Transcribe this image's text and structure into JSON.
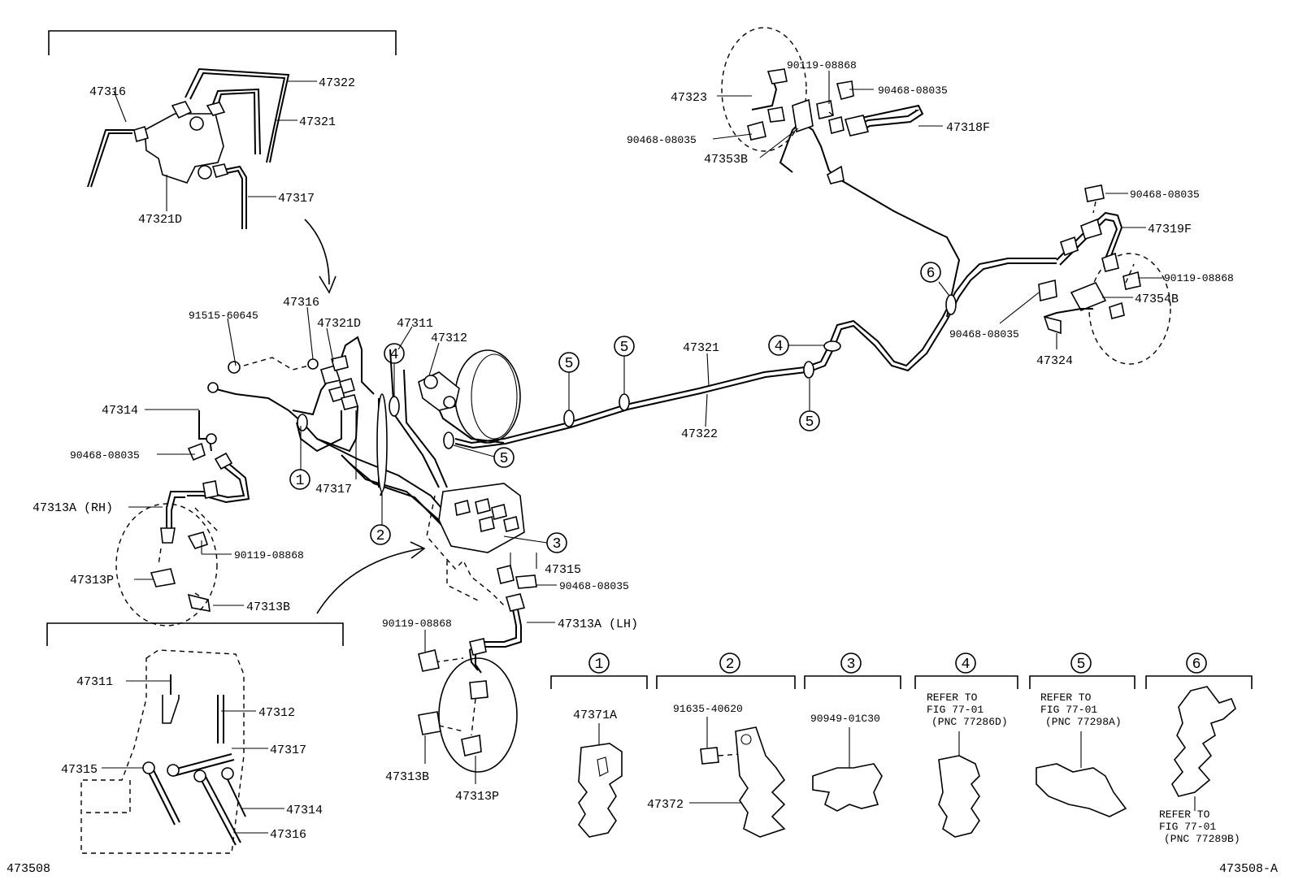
{
  "diagram": {
    "ref_bottom_left": "473508",
    "ref_bottom_right": "473508-A",
    "inset_top": {
      "labels": [
        "47316",
        "47322",
        "47321",
        "47321D",
        "47317"
      ]
    },
    "inset_bottom": {
      "labels": [
        "47311",
        "47312",
        "47317",
        "47315",
        "47314",
        "47316"
      ]
    },
    "main_labels": {
      "p91515": "91515-60645",
      "p47316": "47316",
      "p47321D": "47321D",
      "p47311": "47311",
      "p47312": "47312",
      "p47314": "47314",
      "p90468_a": "90468-08035",
      "p47313A_RH": "47313A (RH)",
      "p90119_a": "90119-08868",
      "p47313P_a": "47313P",
      "p47313B_a": "47313B",
      "p47317": "47317",
      "p47315": "47315",
      "p90468_b": "90468-08035",
      "p47313A_LH": "47313A (LH)",
      "p90119_b": "90119-08868",
      "p47313B_b": "47313B",
      "p47313P_b": "47313P",
      "p47321": "47321",
      "p47322": "47322",
      "p47323": "47323",
      "p90119_c": "90119-08868",
      "p90468_c": "90468-08035",
      "p90468_d": "90468-08035",
      "p47318F": "47318F",
      "p47353B": "47353B",
      "p90468_e": "90468-08035",
      "p47319F": "47319F",
      "p90119_d": "90119-08868",
      "p47354B": "47354B",
      "p90468_f": "90468-08035",
      "p47324": "47324"
    },
    "circle_markers": [
      "1",
      "2",
      "3",
      "4",
      "5",
      "6"
    ],
    "clamp_panels": [
      {
        "num": "1",
        "part": "47371A",
        "notes": []
      },
      {
        "num": "2",
        "part": "47372",
        "bolt": "91635-40620",
        "notes": []
      },
      {
        "num": "3",
        "part": "90949-01C30",
        "notes": []
      },
      {
        "num": "4",
        "notes": [
          "REFER TO",
          "FIG 77-01",
          "(PNC 77286D)"
        ]
      },
      {
        "num": "5",
        "notes": [
          "REFER TO",
          "FIG 77-01",
          "(PNC 77298A)"
        ]
      },
      {
        "num": "6",
        "notes": [
          "REFER TO",
          "FIG 77-01",
          "(PNC 77289B)"
        ]
      }
    ]
  }
}
